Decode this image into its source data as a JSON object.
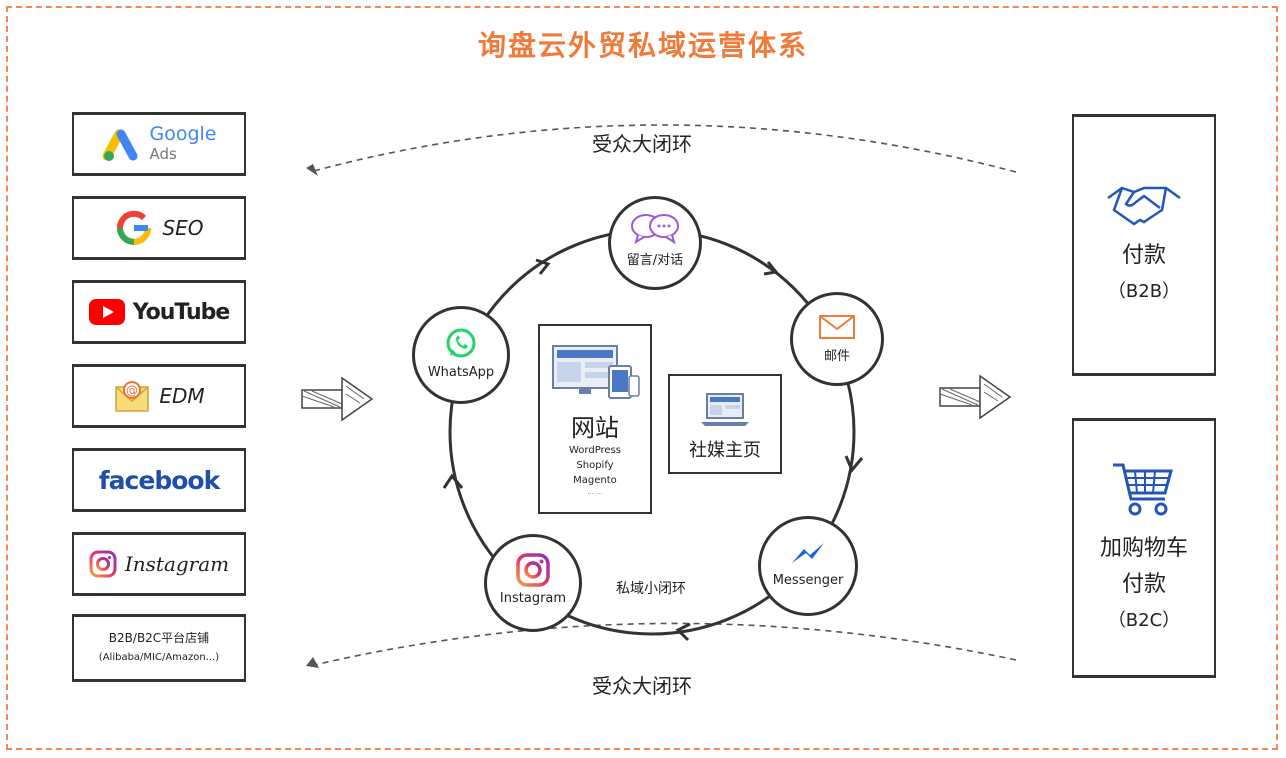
{
  "title": "询盘云外贸私域运营体系",
  "sources": [
    {
      "label": "Google",
      "sublabel": "Ads",
      "icon": "google-ads-icon"
    },
    {
      "label": "SEO",
      "icon": "google-g-icon"
    },
    {
      "label": "YouTube",
      "icon": "youtube-icon"
    },
    {
      "label": "EDM",
      "icon": "email-icon"
    },
    {
      "label": "facebook",
      "icon": "facebook-wordmark"
    },
    {
      "label": "Instagram",
      "icon": "instagram-icon"
    },
    {
      "label": "B2B/B2C平台店铺",
      "sublabel": "(Alibaba/MIC/Amazon...)"
    }
  ],
  "loop_top_label": "受众大闭环",
  "loop_bottom_label": "受众大闭环",
  "private_loop_label": "私域小闭环",
  "cycle_nodes": [
    {
      "label": "留言/对话",
      "icon": "chat-bubbles-icon"
    },
    {
      "label": "邮件",
      "icon": "mail-icon"
    },
    {
      "label": "Messenger",
      "icon": "messenger-icon"
    },
    {
      "label": "Instagram",
      "icon": "instagram-icon"
    },
    {
      "label": "WhatsApp",
      "icon": "whatsapp-icon"
    }
  ],
  "website": {
    "label": "网站",
    "platforms": [
      "WordPress",
      "Shopify",
      "Magento"
    ],
    "more": "... ..."
  },
  "social_page": {
    "label": "社媒主页"
  },
  "outcomes": [
    {
      "label": "付款",
      "sub": "（B2B）",
      "icon": "handshake-icon"
    },
    {
      "label": "加购物车",
      "label2": "付款",
      "sub": "（B2C）",
      "icon": "shopping-cart-icon"
    }
  ],
  "colors": {
    "accent": "#f07a3a",
    "whatsapp": "#25d366",
    "youtube": "#ff0000",
    "facebook": "#1f4fa8",
    "chat": "#9b59d6",
    "messenger": "#1565d8"
  }
}
